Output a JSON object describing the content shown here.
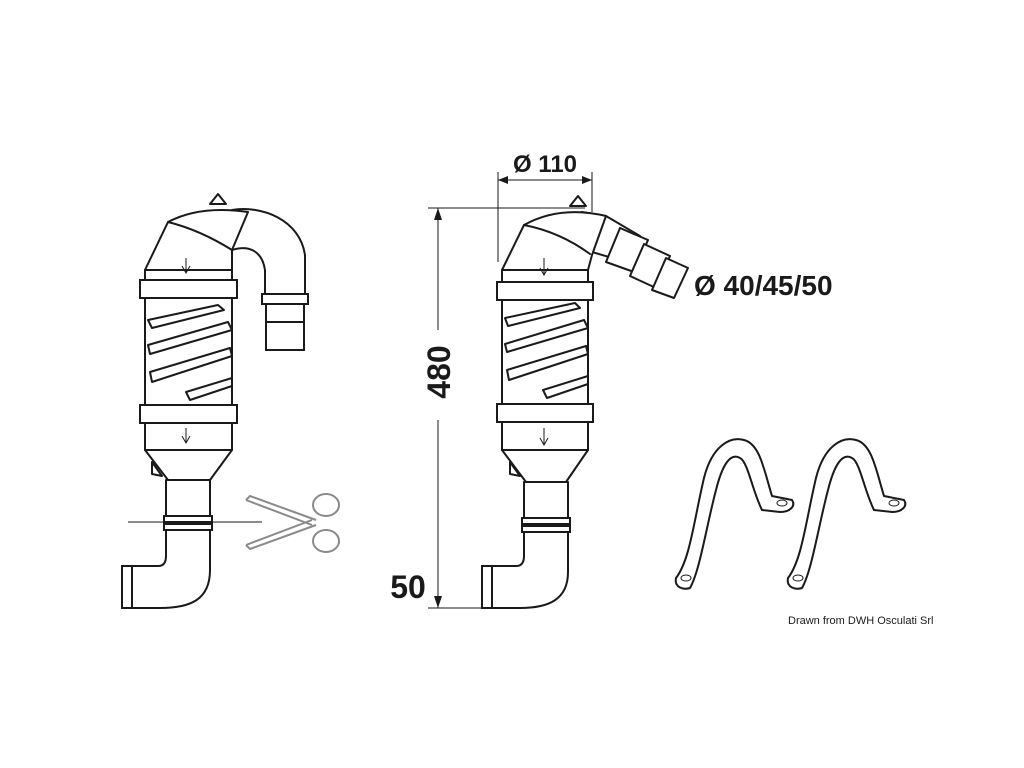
{
  "labels": {
    "diameter_body": "Ø 110",
    "diameter_hose": "Ø 40/45/50",
    "height_total": "480",
    "height_base": "50",
    "credit": "Drawn from DWH Osculati Srl"
  },
  "icons": {
    "scissors": "scissors-icon",
    "arrow": "arrow-down-icon"
  },
  "colors": {
    "line": "#1a1a1a",
    "scissors": "#8a8a8a",
    "background": "#ffffff"
  }
}
